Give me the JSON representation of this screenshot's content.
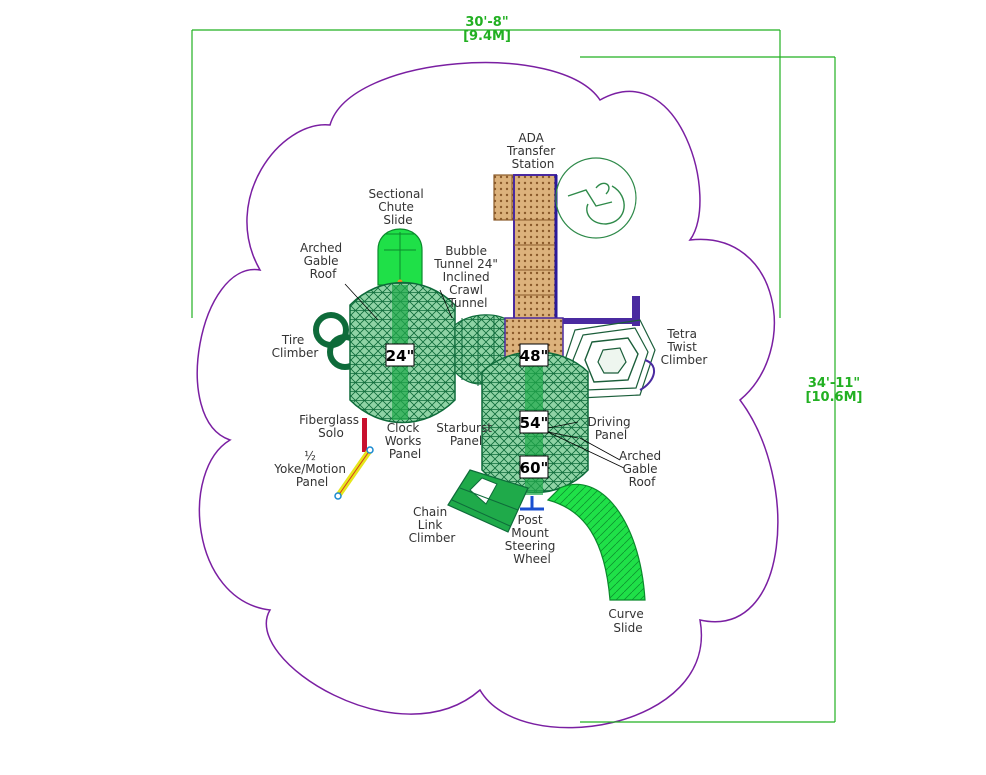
{
  "dimensions": {
    "width_imperial": "30'-8\"",
    "width_metric": "[9.4M]",
    "depth_imperial": "34'-11\"",
    "depth_metric": "[10.6M]"
  },
  "deck_heights": {
    "deck_a": "24\"",
    "deck_b": "48\"",
    "deck_c": "54\"",
    "deck_d": "60\""
  },
  "components": {
    "ada_transfer_station": [
      "ADA",
      "Transfer",
      "Station"
    ],
    "sectional_chute_slide": [
      "Sectional",
      "Chute",
      "Slide"
    ],
    "arched_gable_roof_left": [
      "Arched",
      "Gable",
      "Roof"
    ],
    "bubble_tunnel": [
      "Bubble",
      "Tunnel 24\"",
      "Inclined",
      "Crawl",
      "Tunnel"
    ],
    "tire_climber": [
      "Tire",
      "Climber"
    ],
    "tetra_twist_climber": [
      "Tetra",
      "Twist",
      "Climber"
    ],
    "fiberglass_solo": [
      "Fiberglass",
      "Solo"
    ],
    "clock_works_panel": [
      "Clock",
      "Works",
      "Panel"
    ],
    "starburst_panel": [
      "Starburst",
      "Panel"
    ],
    "driving_panel": [
      "Driving",
      "Panel"
    ],
    "arched_gable_roof_right": [
      "Arched",
      "Gable",
      "Roof"
    ],
    "yoke_motion_panel": [
      "½",
      "Yoke/Motion",
      "Panel"
    ],
    "chain_link_climber": [
      "Chain",
      "Link",
      "Climber"
    ],
    "post_mount_steering_wheel": [
      "Post",
      "Mount",
      "Steering",
      "Wheel"
    ],
    "curve_slide": [
      "Curve",
      "Slide"
    ]
  },
  "colors": {
    "dimension_line": "#22b022",
    "boundary": "#7a1fa2",
    "roof_fill": "#7fc99a",
    "roof_mesh": "#0e6b3a",
    "slide_green": "#18e33a",
    "deck_brown": "#d9b07a",
    "deck_border": "#4a2aa0"
  }
}
